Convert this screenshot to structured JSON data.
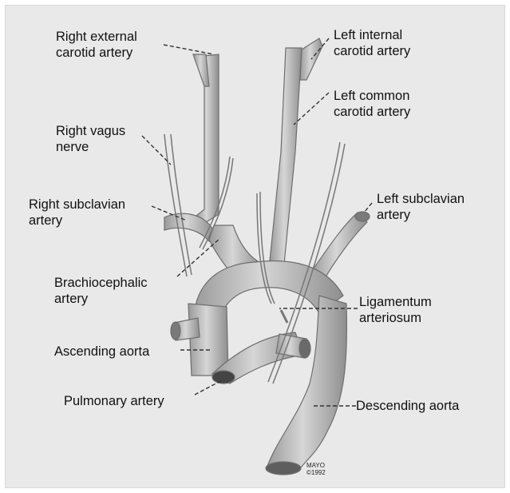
{
  "labels": {
    "right_external_carotid": "Right external\ncarotid artery",
    "left_internal_carotid": "Left internal\ncarotid artery",
    "left_common_carotid": "Left common\ncarotid artery",
    "right_vagus": "Right vagus\nnerve",
    "right_subclavian": "Right subclavian\nartery",
    "left_subclavian": "Left subclavian\nartery",
    "brachiocephalic": "Brachiocephalic\nartery",
    "ligamentum": "Ligamentum\narteriosum",
    "ascending_aorta": "Ascending aorta",
    "pulmonary_artery": "Pulmonary artery",
    "descending_aorta": "Descending aorta"
  },
  "credit": "MAYO\n©1992"
}
